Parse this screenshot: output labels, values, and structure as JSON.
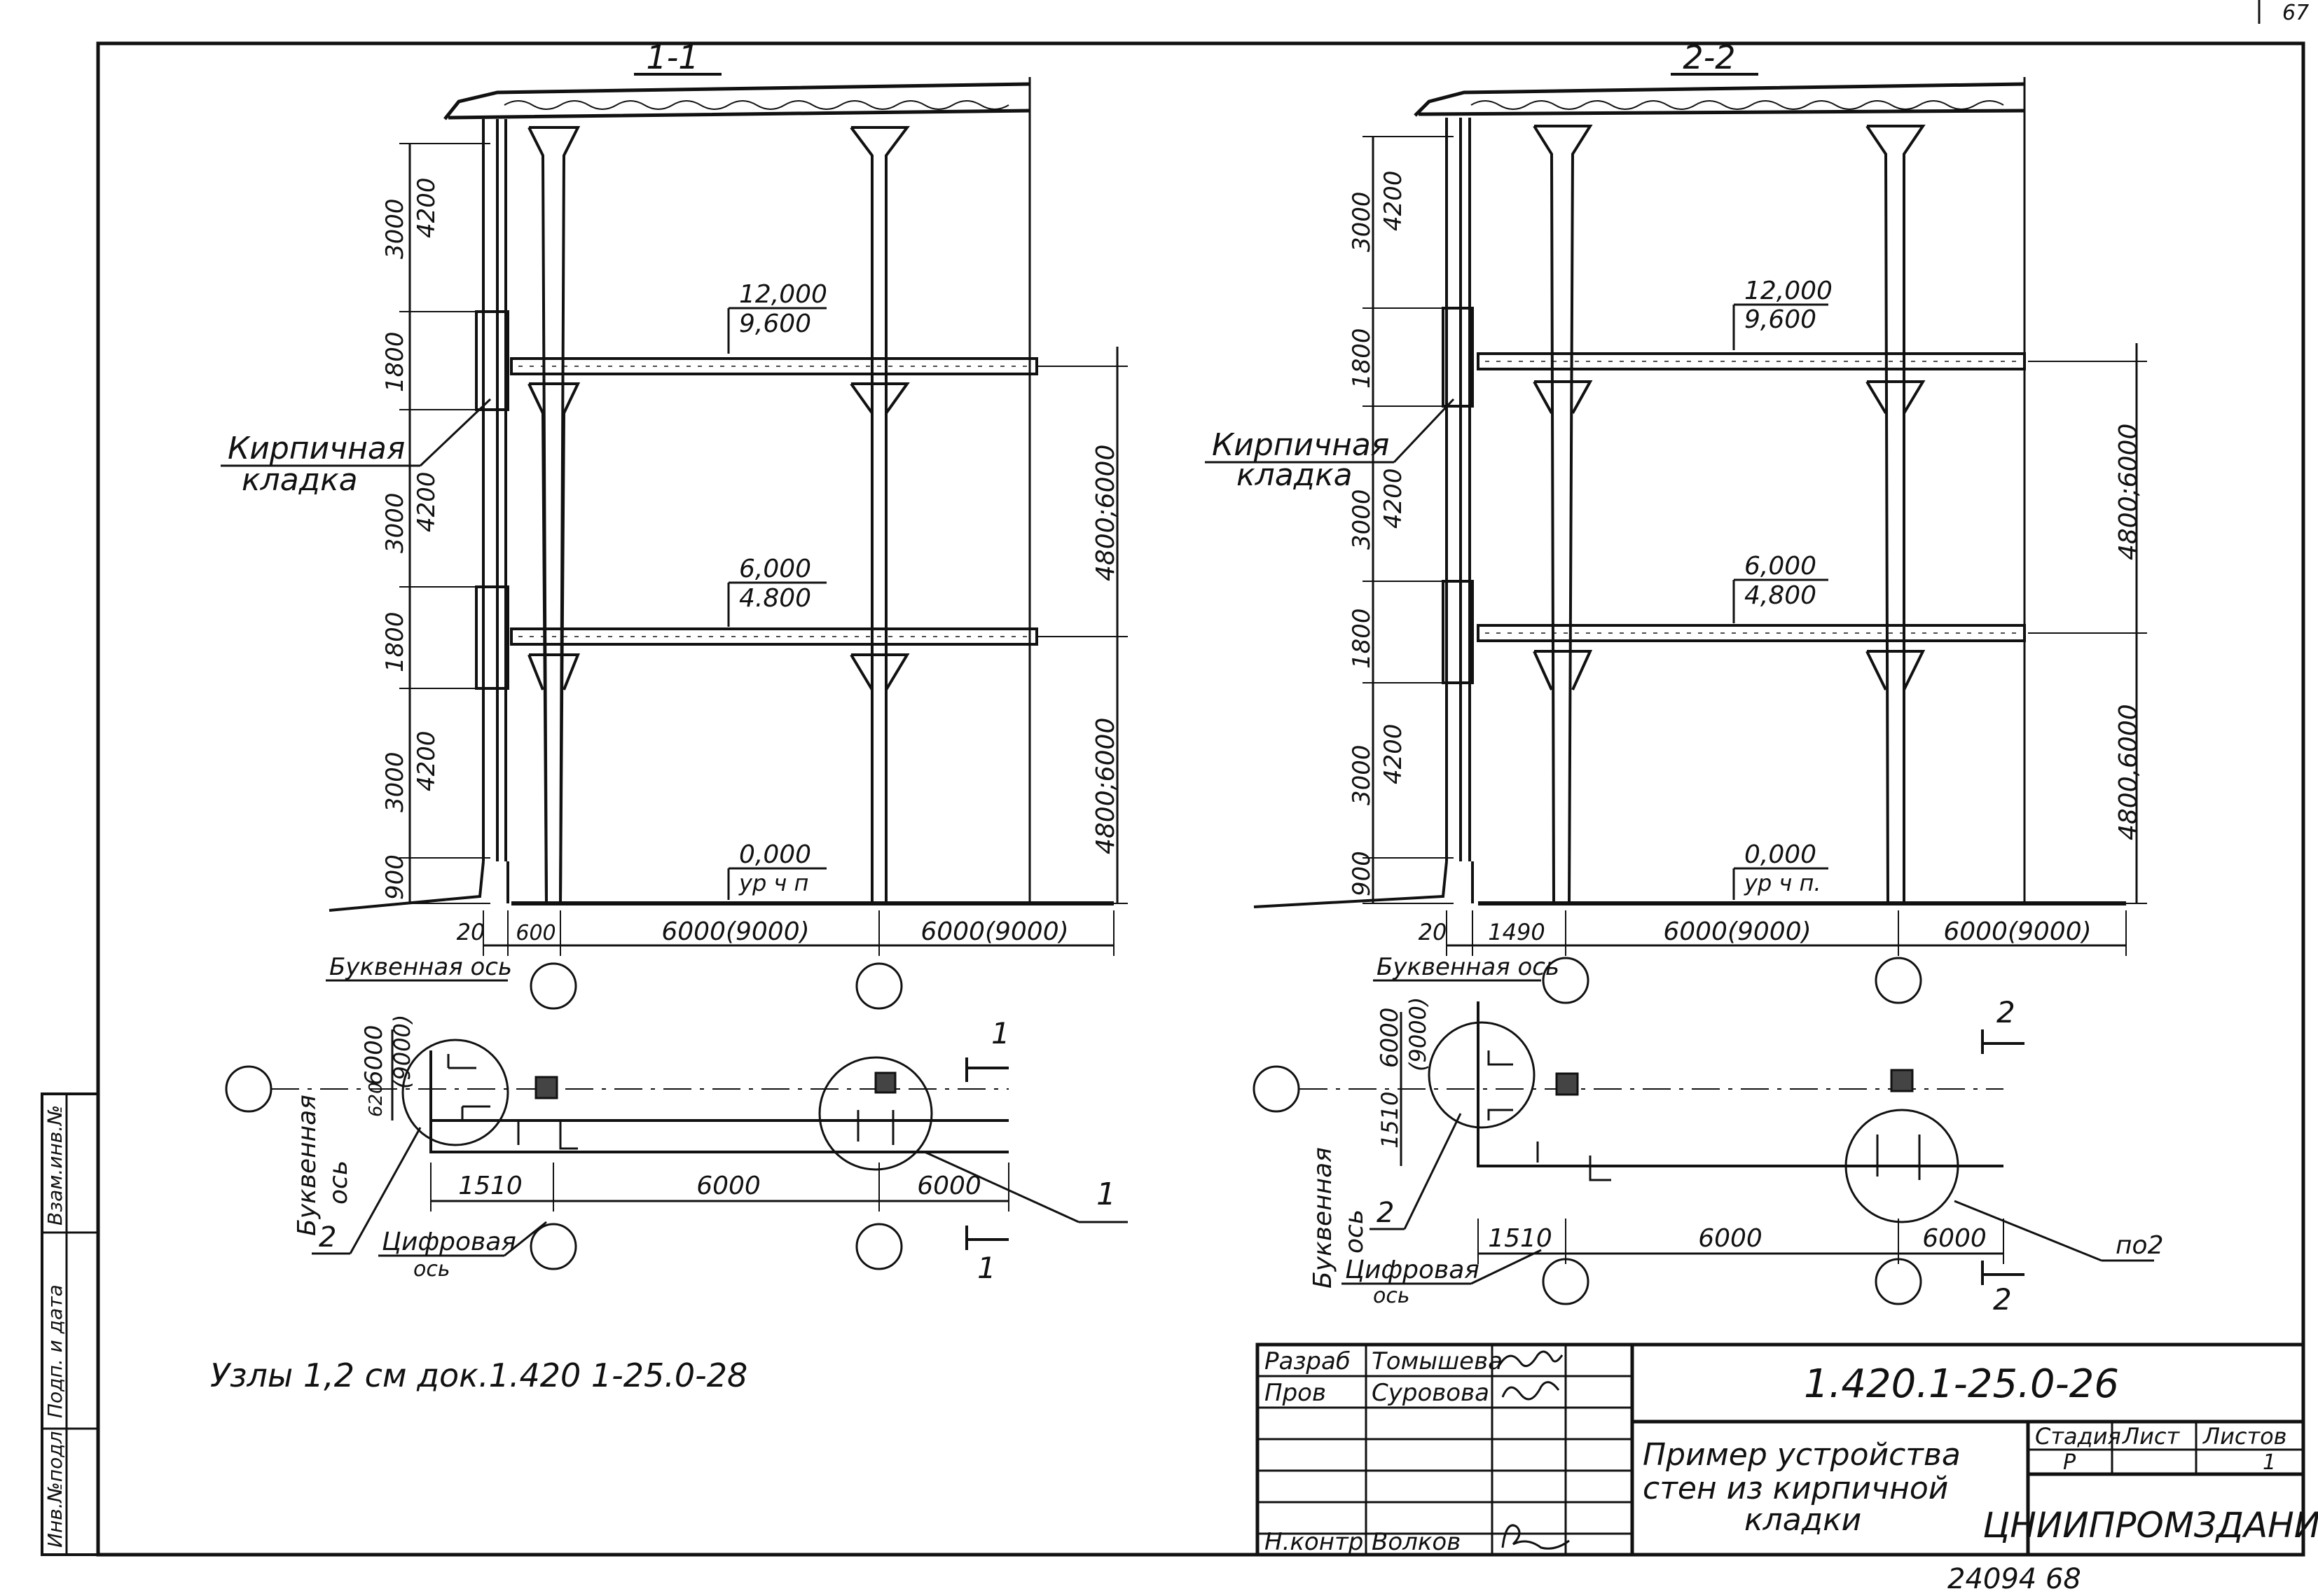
{
  "corner_number": "67",
  "sections": [
    {
      "id": "s1",
      "title": "1-1",
      "levels": [
        {
          "top": "12,000",
          "bottom": "9,600"
        },
        {
          "top": "6,000",
          "bottom": "4.800"
        },
        {
          "top": "0,000",
          "bottom": "ур ч п"
        }
      ],
      "left_dims": [
        "3000",
        "4200",
        "1800",
        "3000",
        "4200",
        "1800",
        "3000",
        "4200",
        "900"
      ],
      "right_dims": [
        "4800;6000",
        "4800;6000"
      ],
      "bottom_dims": [
        "20",
        "600",
        "6000(9000)",
        "6000(9000)"
      ],
      "label_brick": [
        "Кирпичная",
        "кладка"
      ],
      "label_letter_axis": "Буквенная ось"
    },
    {
      "id": "s2",
      "title": "2-2",
      "levels": [
        {
          "top": "12,000",
          "bottom": "9,600"
        },
        {
          "top": "6,000",
          "bottom": "4,800"
        },
        {
          "top": "0,000",
          "bottom": "ур ч п."
        }
      ],
      "left_dims": [
        "3000",
        "4200",
        "1800",
        "3000",
        "4200",
        "1800",
        "3000",
        "4200",
        "900"
      ],
      "right_dims": [
        "4800;6000",
        "4800,6000"
      ],
      "bottom_dims": [
        "20",
        "1490",
        "6000(9000)",
        "6000(9000)"
      ],
      "label_brick": [
        "Кирпичная",
        "кладка"
      ],
      "label_letter_axis": "Буквенная ось"
    }
  ],
  "plans": [
    {
      "id": "p1",
      "dims_vertical": [
        "6000",
        "(9000)",
        "620"
      ],
      "dims_horizontal": [
        "1510",
        "6000",
        "6000"
      ],
      "label_letter_axis": [
        "Буквенная",
        "ось"
      ],
      "label_digit_axis": [
        "Цифровая",
        "ось"
      ],
      "callout_left": "2",
      "callout_right": "1",
      "section_marks": [
        "1",
        "1"
      ]
    },
    {
      "id": "p2",
      "dims_vertical": [
        "6000",
        "(9000)",
        "1510"
      ],
      "dims_horizontal": [
        "1510",
        "6000",
        "6000"
      ],
      "label_letter_axis": [
        "Буквенная",
        "ось"
      ],
      "label_digit_axis": [
        "Цифровая",
        "ось"
      ],
      "callout_left": "2",
      "callout_right": "по2",
      "section_marks": [
        "2",
        "2"
      ]
    }
  ],
  "note": "Узлы 1,2 см док.1.420 1-25.0-28",
  "side_stamp": [
    "Инв.№подл",
    "Подп. и дата",
    "Взам.инв.№"
  ],
  "title_block": {
    "roles": [
      "Разраб",
      "Пров",
      "",
      "",
      "",
      "Н.контр"
    ],
    "names": [
      "Томышева",
      "Суровова",
      "",
      "",
      "",
      "Волков"
    ],
    "doc_code": "1.420.1-25.0-26",
    "title_lines": [
      "Пример устройства",
      "стен из кирпичной",
      "кладки"
    ],
    "headers": [
      "Стадия",
      "Лист",
      "Листов"
    ],
    "values": [
      "Р",
      "",
      "1"
    ],
    "organization": "ЦНИИПРОМЗДАНИЙ"
  },
  "footer_code": "24094 68"
}
